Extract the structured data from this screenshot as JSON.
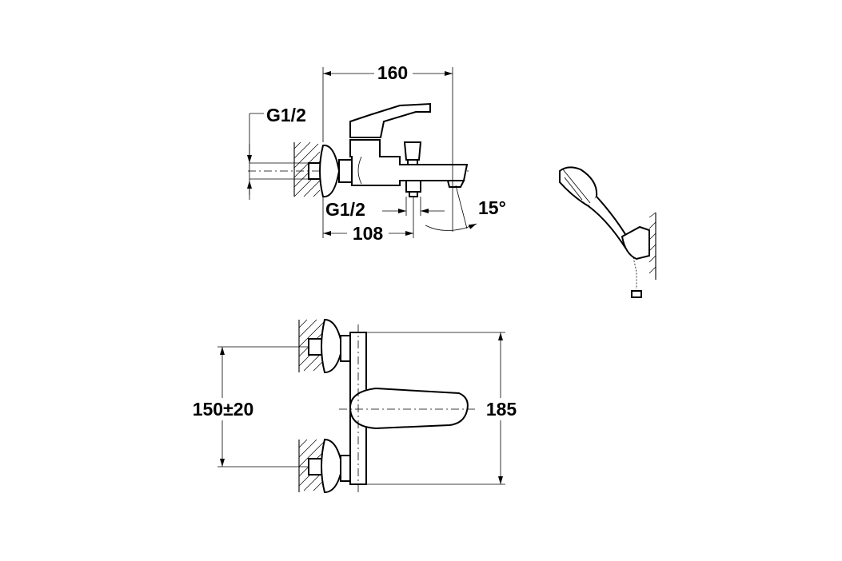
{
  "dimensions": {
    "width_top": "160",
    "inlet_thread": "G1/2",
    "outlet_thread": "G1/2",
    "spout_projection": "108",
    "spout_angle": "15°",
    "inlet_spacing": "150±20",
    "body_height": "185"
  }
}
